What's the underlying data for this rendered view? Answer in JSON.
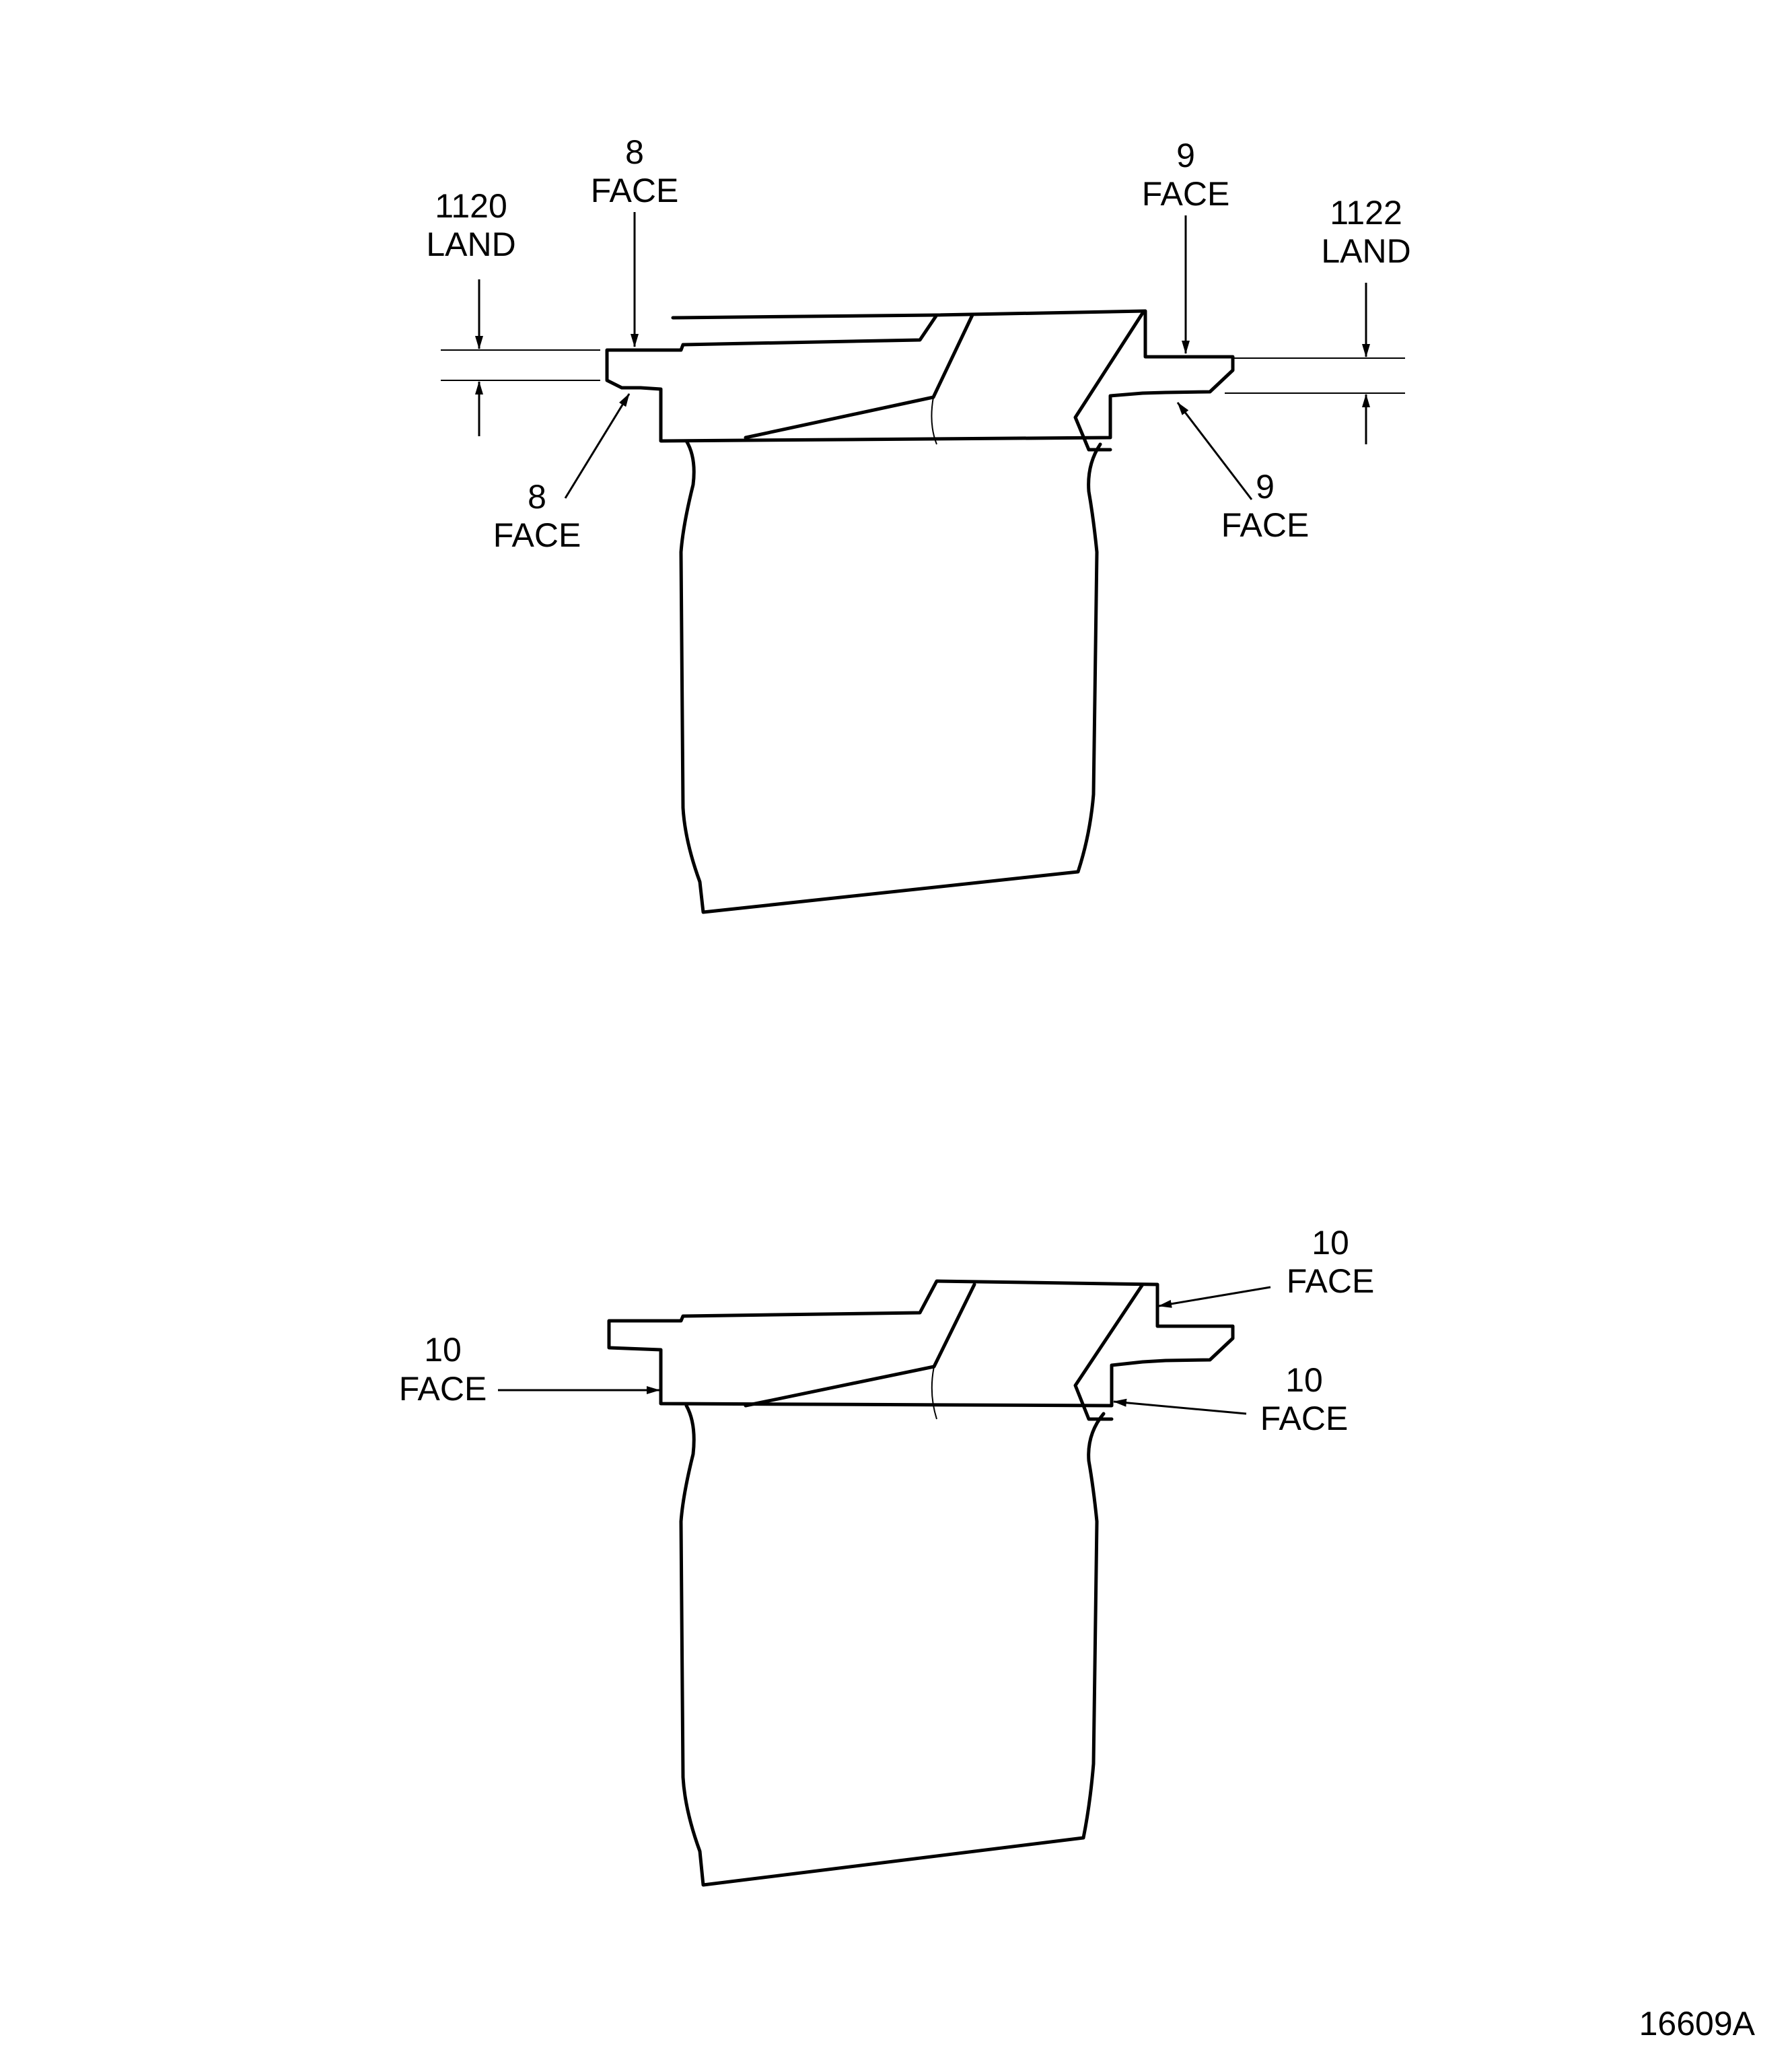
{
  "labels": {
    "top_land_left_num": "1120",
    "top_land_left_word": "LAND",
    "top_face8_upper_num": "8",
    "top_face8_upper_word": "FACE",
    "top_face8_lower_num": "8",
    "top_face8_lower_word": "FACE",
    "top_face9_upper_num": "9",
    "top_face9_upper_word": "FACE",
    "top_face9_lower_num": "9",
    "top_face9_lower_word": "FACE",
    "top_land_right_num": "1122",
    "top_land_right_word": "LAND",
    "bot_face10_left_num": "10",
    "bot_face10_left_word": "FACE",
    "bot_face10_upper_right_num": "10",
    "bot_face10_upper_right_word": "FACE",
    "bot_face10_lower_right_num": "10",
    "bot_face10_lower_right_word": "FACE"
  },
  "figure_number": "16609A"
}
